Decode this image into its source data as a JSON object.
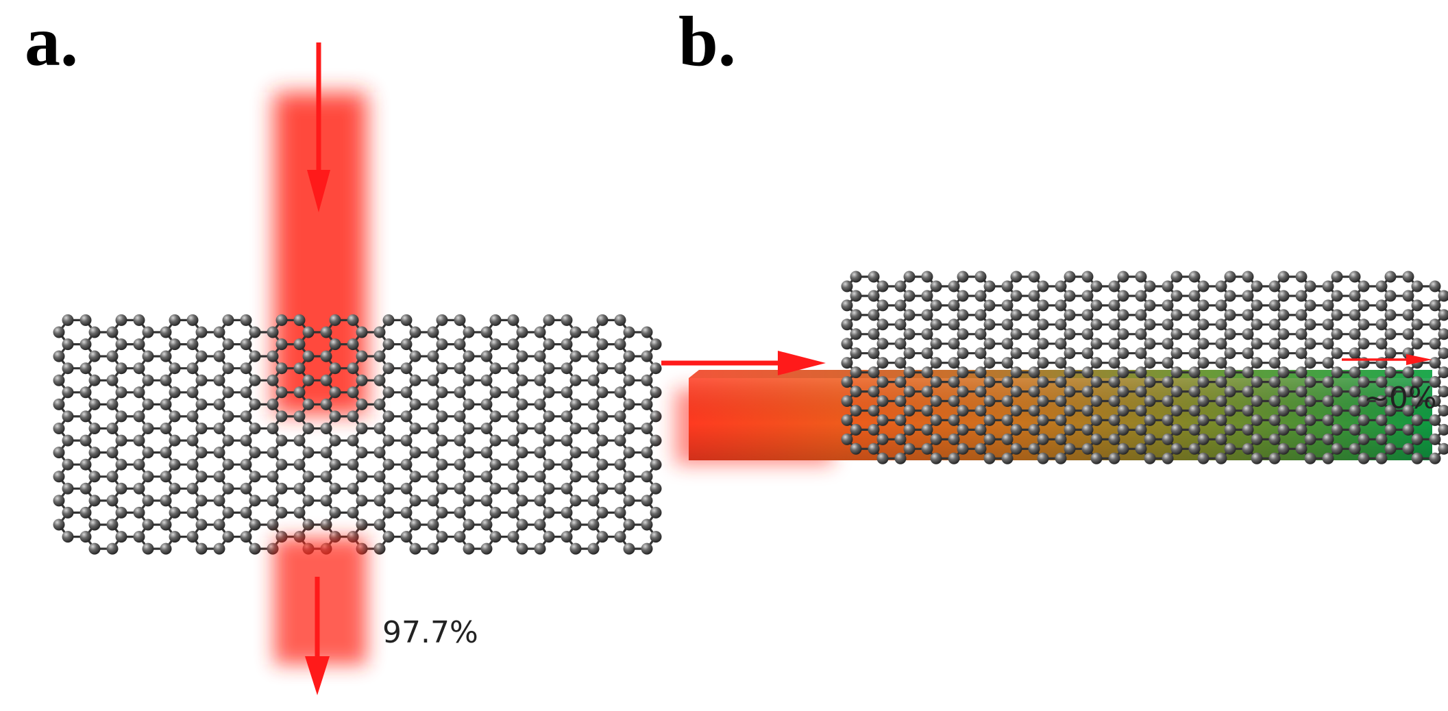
{
  "panels": {
    "a": {
      "label": "a.",
      "transmission_label": "97.7%"
    },
    "b": {
      "label": "b.",
      "transmission_label": "~0%"
    }
  },
  "colors": {
    "beam_red": "#ff2a1a",
    "arrow_red": "#ff1a1a",
    "waveguide_green": "#0f9a42",
    "atom_gray": "#555555",
    "bond_gray": "#333333"
  }
}
